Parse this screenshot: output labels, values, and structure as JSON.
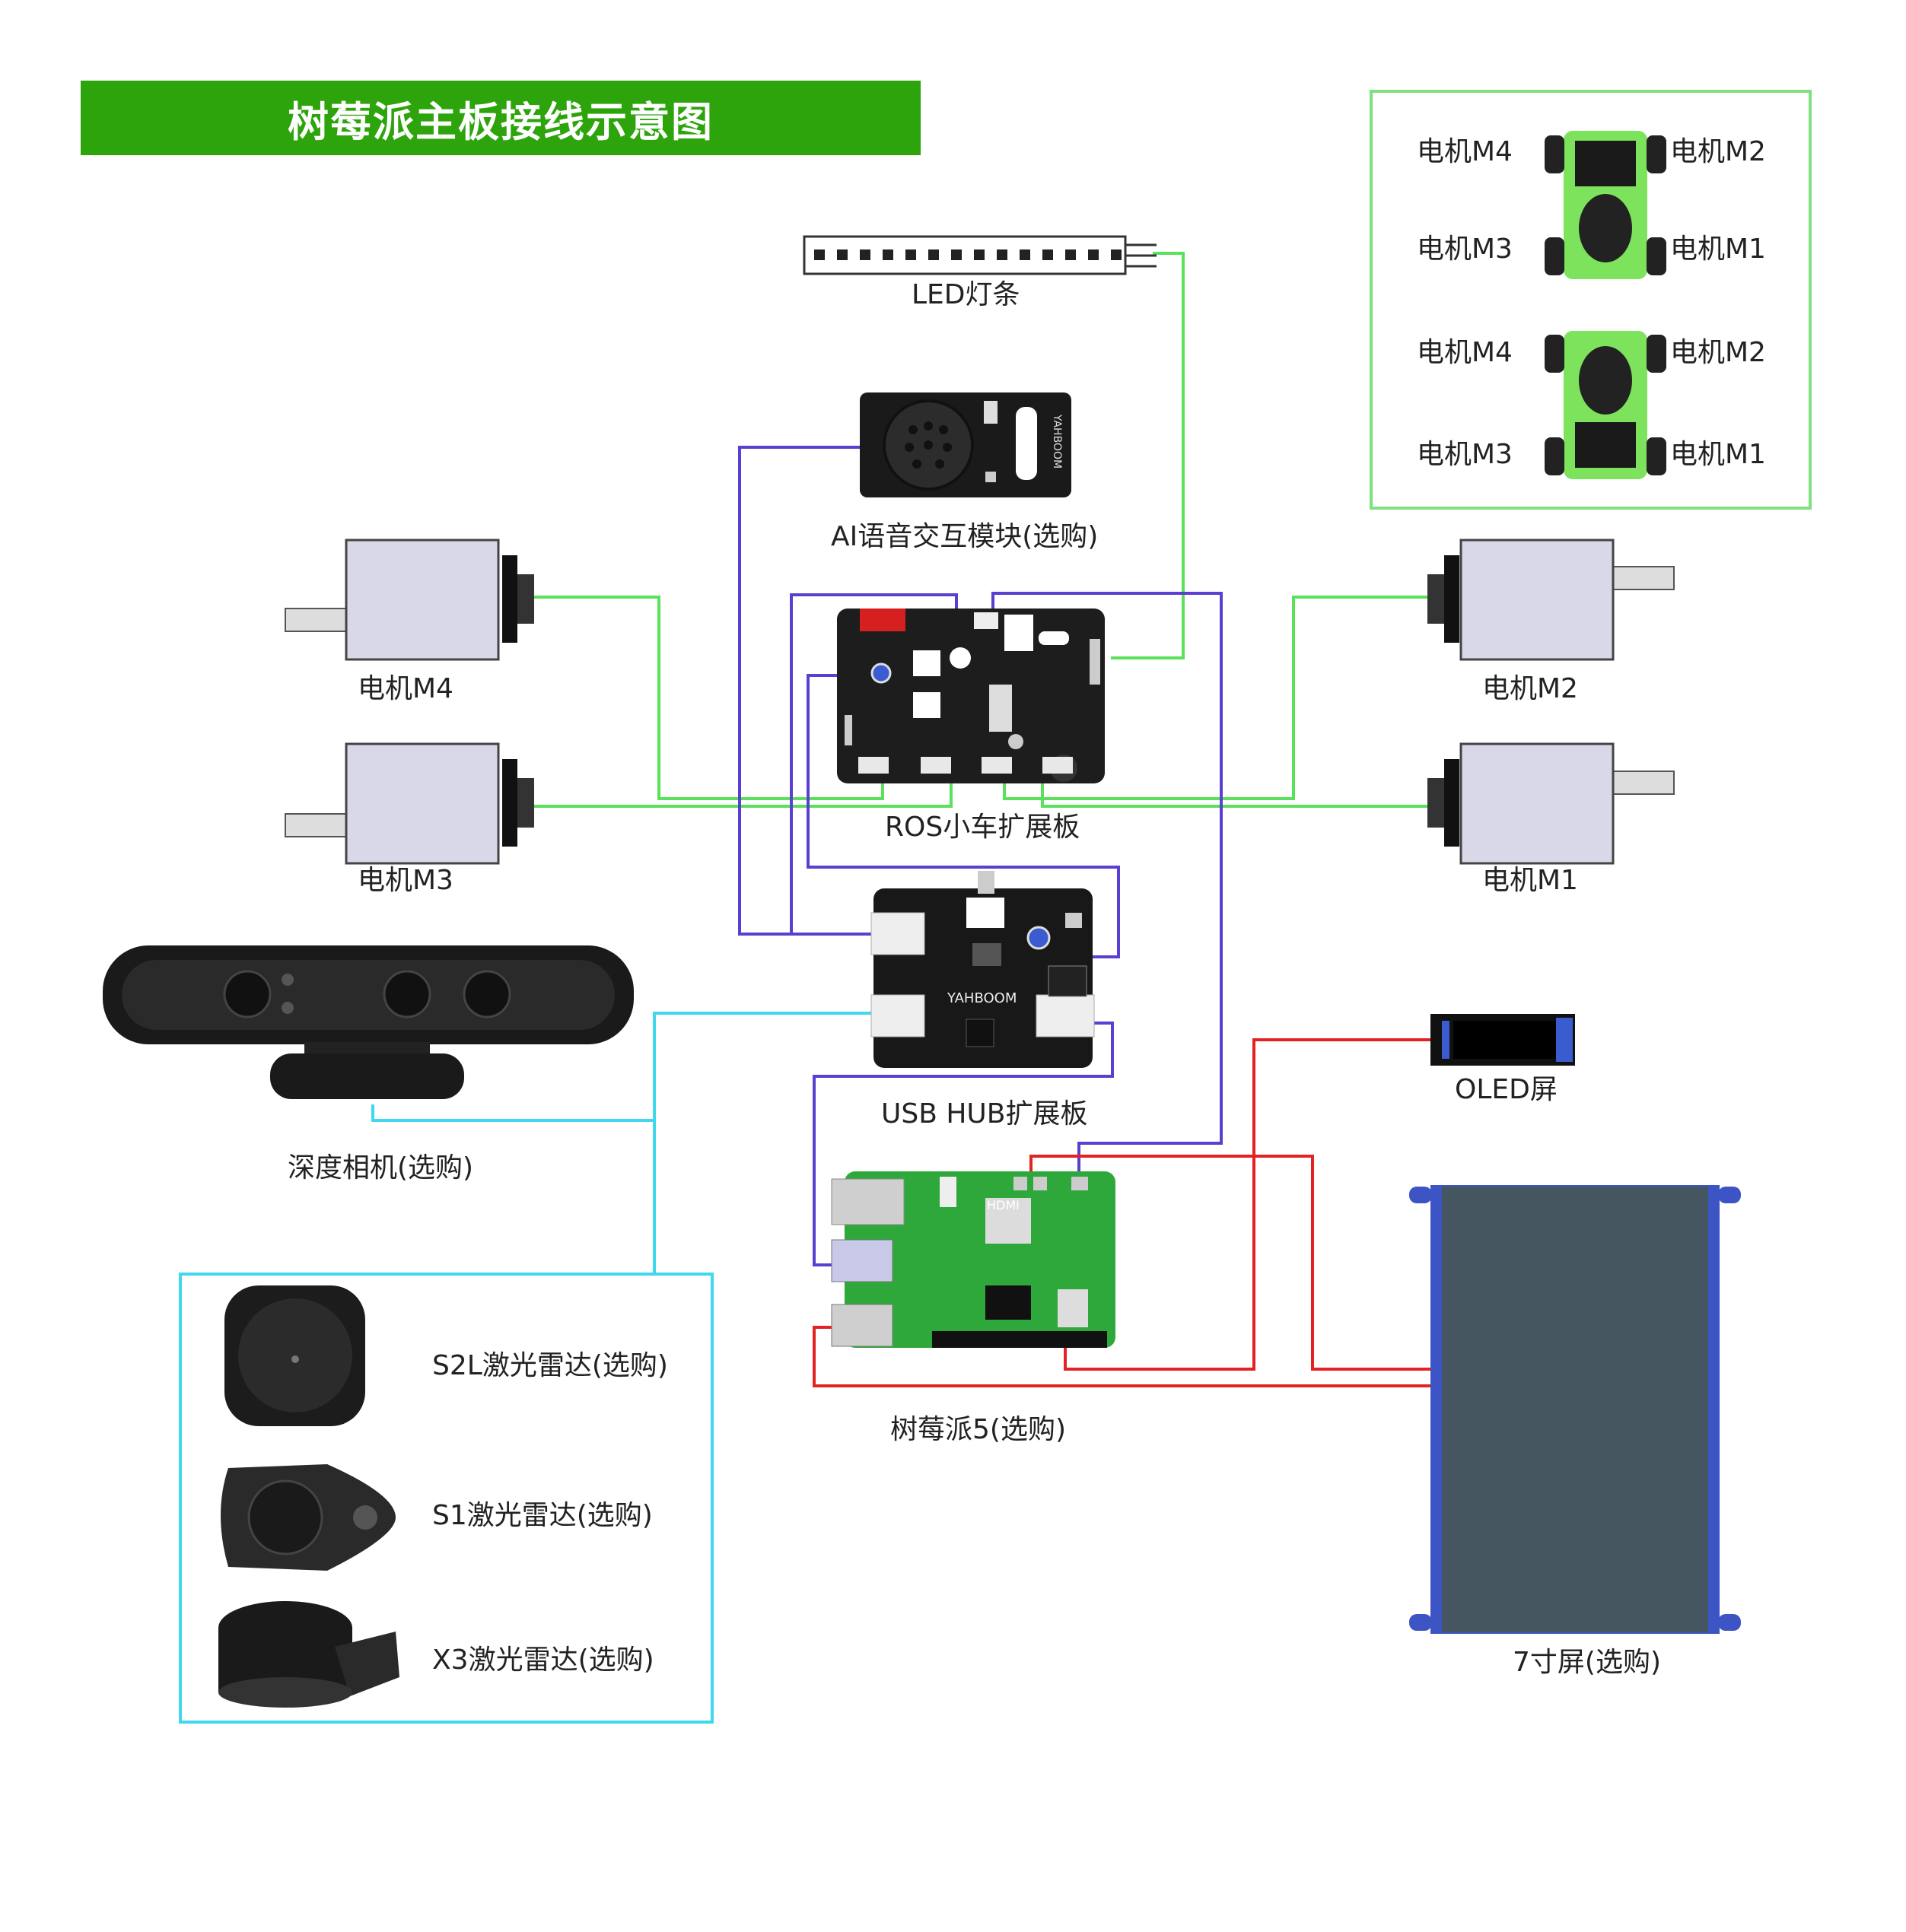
{
  "title": "树莓派主板接线示意图",
  "components": {
    "led_strip": "LED灯条",
    "ai_voice": "AI语音交互模块(选购)",
    "ros_board": "ROS小车扩展板",
    "usb_hub": "USB HUB扩展板",
    "rpi5": "树莓派5(选购)",
    "depth_camera": "深度相机(选购)",
    "oled": "OLED屏",
    "screen7": "7寸屏(选购)",
    "motor_m4": "电机M4",
    "motor_m3": "电机M3",
    "motor_m2": "电机M2",
    "motor_m1": "电机M1"
  },
  "lidars": [
    {
      "label": "S2L激光雷达(选购)",
      "icon": "s2l-lidar-icon"
    },
    {
      "label": "S1激光雷达(选购)",
      "icon": "s1-lidar-icon"
    },
    {
      "label": "X3激光雷达(选购)",
      "icon": "x3-lidar-icon"
    }
  ],
  "motor_layout": {
    "top": {
      "left_top": "电机M4",
      "right_top": "电机M2",
      "left_bottom": "电机M3",
      "right_bottom": "电机M1"
    },
    "bottom": {
      "left_top": "电机M4",
      "right_top": "电机M2",
      "left_bottom": "电机M3",
      "right_bottom": "电机M1"
    }
  },
  "board_text": {
    "hub_brand": "YAHBOOM",
    "hdmi": "HDMI"
  },
  "colors": {
    "banner_green": "#2ea40c",
    "green_wire": "#5be05b",
    "purple_wire": "#5a3fd0",
    "cyan_wire": "#3fd8ee",
    "red_wire": "#e52222",
    "lidar_frame": "#3fd8ee",
    "layout_frame": "#7ee07e"
  }
}
